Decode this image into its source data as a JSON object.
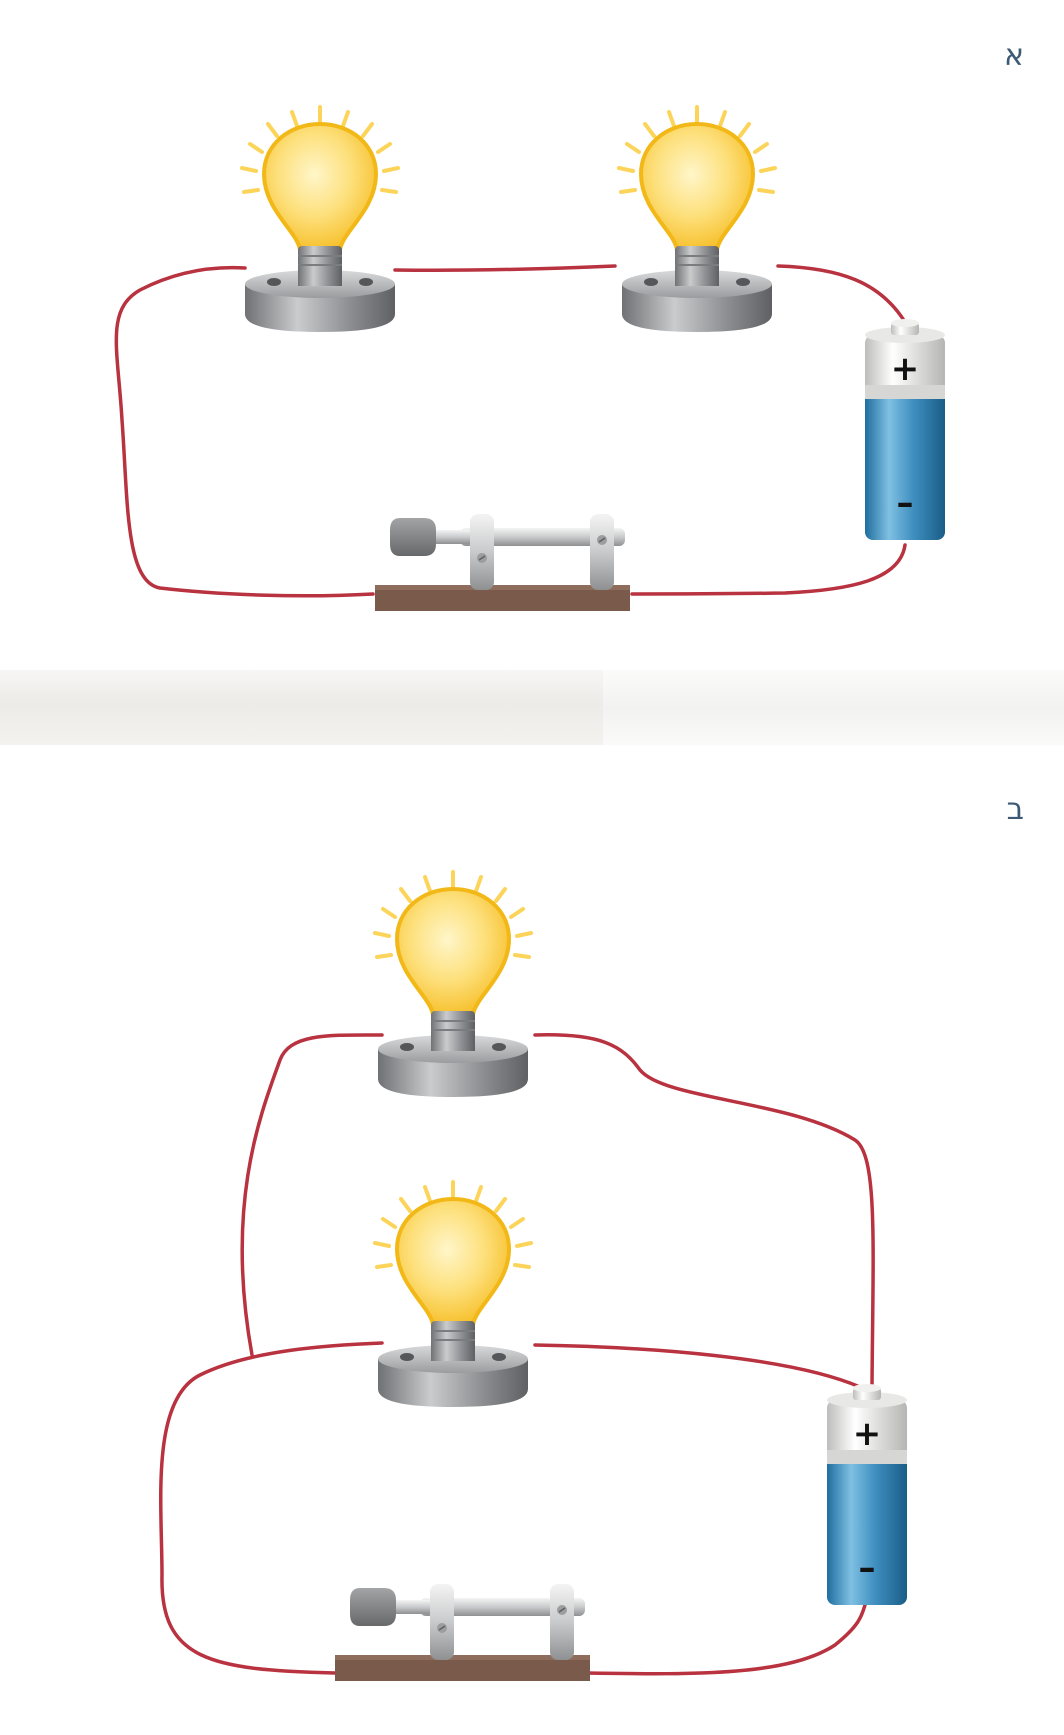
{
  "panels": [
    {
      "label": "א",
      "layout": "series",
      "bulbs": 2,
      "batteries": 1,
      "switches": 1
    },
    {
      "label": "ב",
      "layout": "parallel",
      "bulbs": 2,
      "batteries": 1,
      "switches": 1
    }
  ],
  "battery": {
    "positive_mark": "+",
    "negative_mark": "–"
  },
  "colors": {
    "wire": "#b8323f",
    "bulb_glow": "#fcd45a",
    "bulb_outline": "#f2b817",
    "socket_metal": "#8a8c8f",
    "battery_body": "#3f8fc0",
    "battery_cap": "#e4e4e2",
    "switch_base": "#7a5a4a",
    "label": "#3c5a74"
  }
}
